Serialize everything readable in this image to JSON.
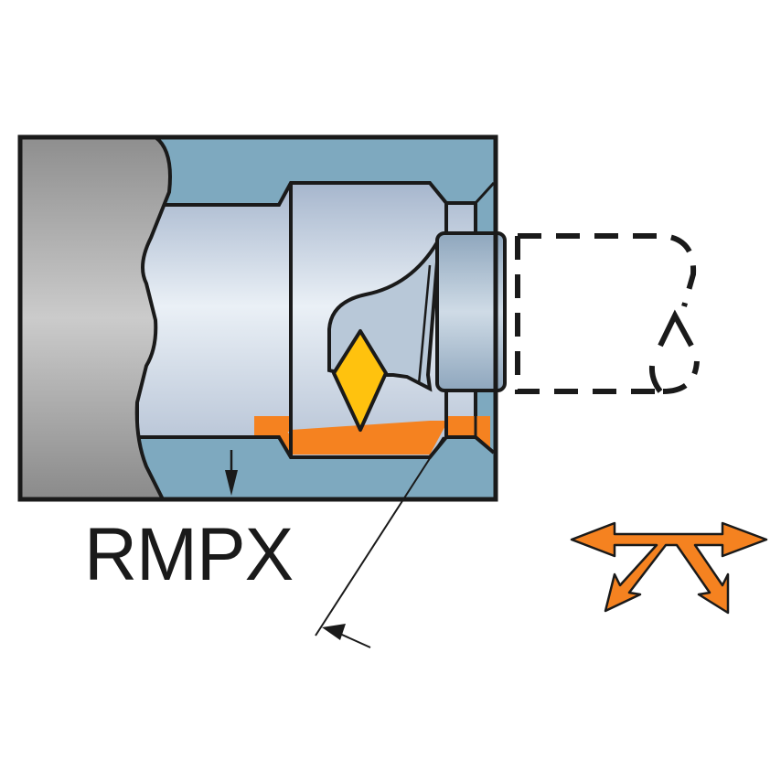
{
  "diagram": {
    "label": "RMPX",
    "colors": {
      "workpiece_blue": "#7ea9bf",
      "chuck_gray_light": "#c4c4c4",
      "chuck_gray_dark": "#8a8a8a",
      "bore_light": "#e6edf4",
      "bore_dark": "#a9b9cf",
      "machined_orange": "#f58220",
      "insert_yellow": "#ffc20e",
      "outline": "#1a1a1a",
      "arrow_orange": "#f58220"
    },
    "elements": {
      "chuck": "gray chuck jaw with wavy edge",
      "workpiece": "blue cross-section of bored workpiece",
      "boring_bar": "boring bar body with holder",
      "insert": "rhombic yellow cutting insert",
      "machined_zone": "orange machined material zone",
      "dashed_shank": "dashed outline of shank extension",
      "feed_arrow": "radial feed direction arrow",
      "angle_indicator": "lead angle indicator line with arrow",
      "directions_icon": "orange multi-direction feed arrows"
    }
  }
}
